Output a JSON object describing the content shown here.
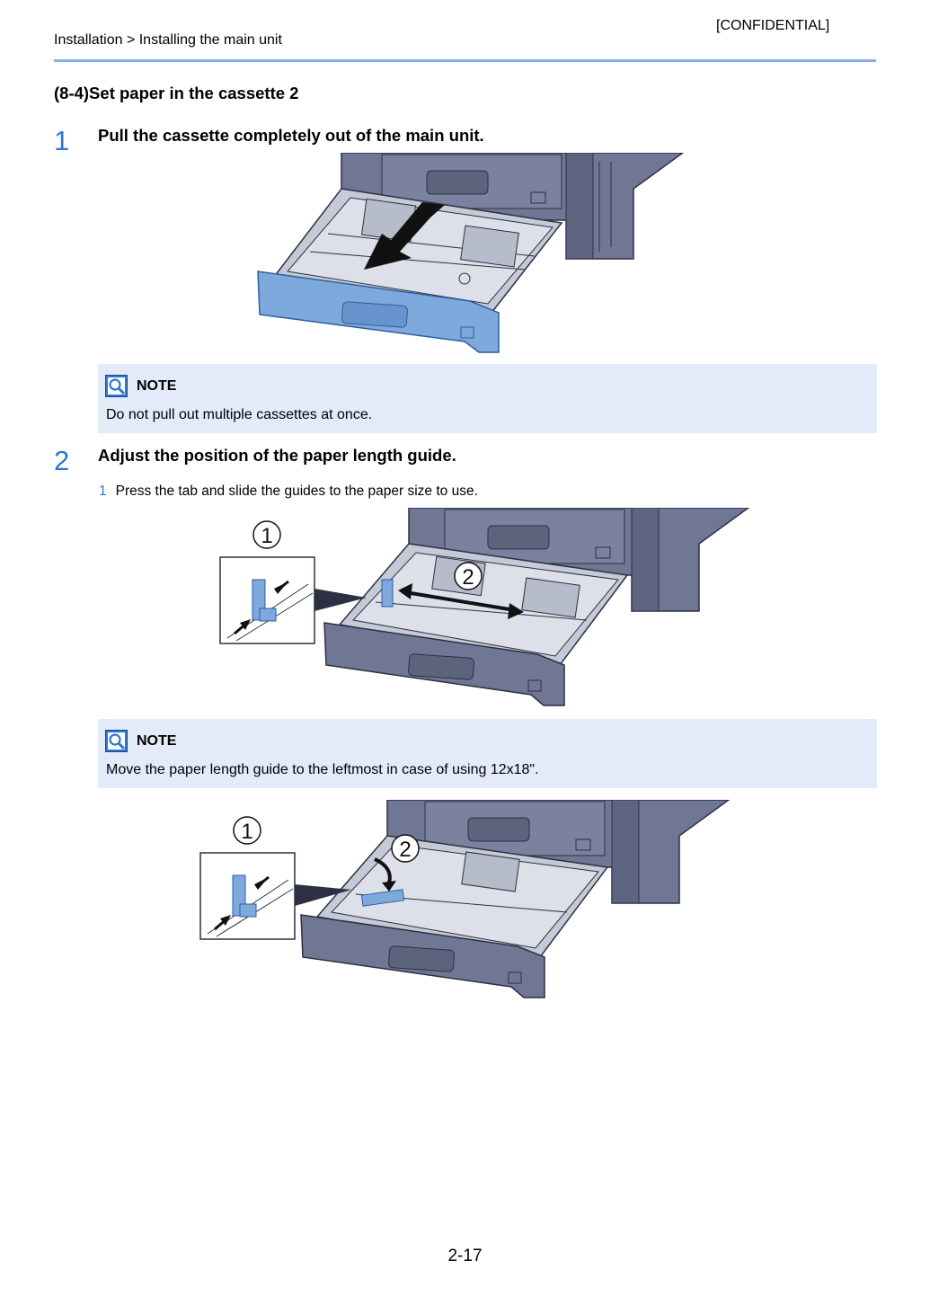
{
  "header": {
    "confidential": "[CONFIDENTIAL]",
    "breadcrumb": "Installation > Installing the main unit"
  },
  "section": {
    "title": "(8-4)Set paper in the cassette 2"
  },
  "steps": [
    {
      "number": "1",
      "title": "Pull the cassette completely out of the main unit."
    },
    {
      "number": "2",
      "title": "Adjust the position of the paper length guide.",
      "substeps": [
        {
          "number": "1",
          "text": "Press the tab and slide the guides to the paper size to use."
        }
      ]
    }
  ],
  "notes": [
    {
      "label": "NOTE",
      "text": "Do not pull out multiple cassettes at once."
    },
    {
      "label": "NOTE",
      "text": "Move the paper length guide to the leftmost in case of using 12x18\"."
    }
  ],
  "figures": {
    "fig2_callouts": [
      "1",
      "2"
    ],
    "fig3_callouts": [
      "1",
      "2"
    ]
  },
  "colors": {
    "accent": "#2f76d0",
    "rule": "#8aaef0",
    "note_bg": "#e3eaf8",
    "machine": "#6f7795",
    "cassette_highlight": "#7da9dc"
  },
  "footer": {
    "page_number": "2-17"
  }
}
